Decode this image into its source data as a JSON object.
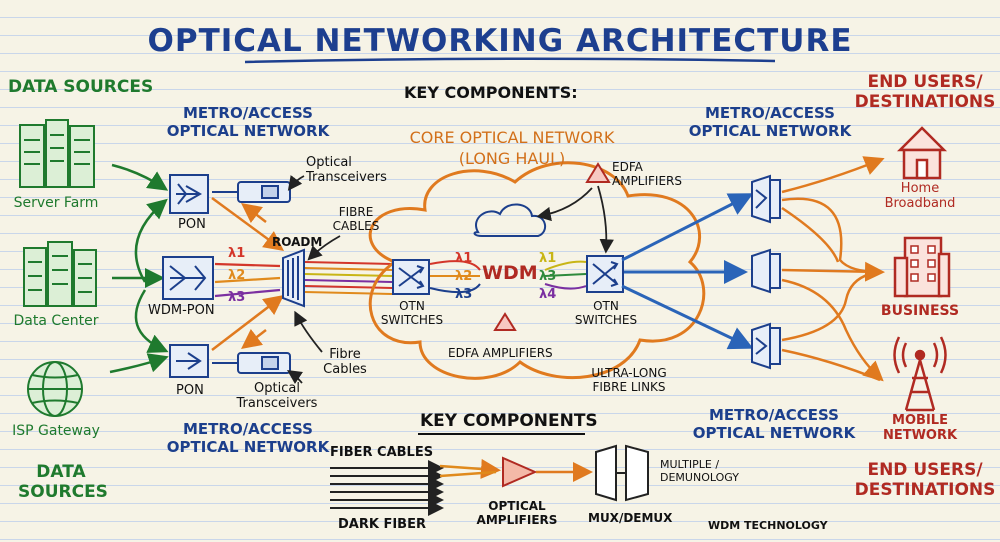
{
  "title": "OPTICAL NETWORKING ARCHITECTURE",
  "data_sources": {
    "heading": "DATA SOURCES",
    "footer": "DATA SOURCES",
    "server_farm": "Server Farm",
    "data_center": "Data Center",
    "isp_gateway": "ISP Gateway"
  },
  "metro_left_top": "METRO/ACCESS OPTICAL NETWORK",
  "metro_left_bottom": "METRO/ACCESS OPTICAL NETWORK",
  "metro_right_top": "METRO/ACCESS OPTICAL NETWORK",
  "metro_right_bottom": "METRO/ACCESS OPTICAL NETWORK",
  "pon_top": "PON",
  "wdm_pon": "WDM-PON",
  "pon_bottom": "PON",
  "transceivers_top": "Optical Transceivers",
  "transceivers_bottom": "Optical Transceivers",
  "roadm": "ROADM",
  "fibre_cables_upper": "FIBRE CABLES",
  "fibre_cables_lower": "Fibre Cables",
  "lambda": {
    "l1": "λ1",
    "l2": "λ2",
    "l3": "λ3",
    "l4": "λ4"
  },
  "key_components_top": "KEY COMPONENTS:",
  "core": {
    "line1": "CORE OPTICAL NETWORK",
    "line2": "(LONG HAUL)"
  },
  "wdm": "WDM",
  "edfa_top": "EDFA AMPLIFIERS",
  "edfa_bottom": "EDFA AMPLIFIERS",
  "otn_left": "OTN SWITCHES",
  "otn_right": "OTN SWITCHES",
  "ultra_long": "ULTRA-LONG FIBRE LINKS",
  "end_users": {
    "heading": "END USERS/ DESTINATIONS",
    "footer": "END USERS/ DESTINATIONS",
    "home": "Home Broadband",
    "business": "BUSINESS",
    "mobile": "MOBILE NETWORK"
  },
  "key_components_bottom": {
    "heading": "KEY COMPONENTS",
    "fiber_cables": "FIBER CABLES",
    "dark_fiber": "DARK FIBER",
    "optical_amplifiers": "OPTICAL AMPLIFIERS",
    "mux_demux": "MUX/DEMUX",
    "multiple": "MULTIPLE / DEMUNOLOGY",
    "wdm_technology": "WDM TECHNOLOGY"
  },
  "colors": {
    "title": "#1d3f8f",
    "green": "#1f7a2e",
    "blue": "#1c3f8c",
    "orange": "#d2701a",
    "red": "#b02a22",
    "lambda_red": "#d3362a",
    "lambda_orange": "#e08a1c",
    "lambda_purple": "#7b2fa0",
    "lambda_yellow": "#c8b515"
  }
}
